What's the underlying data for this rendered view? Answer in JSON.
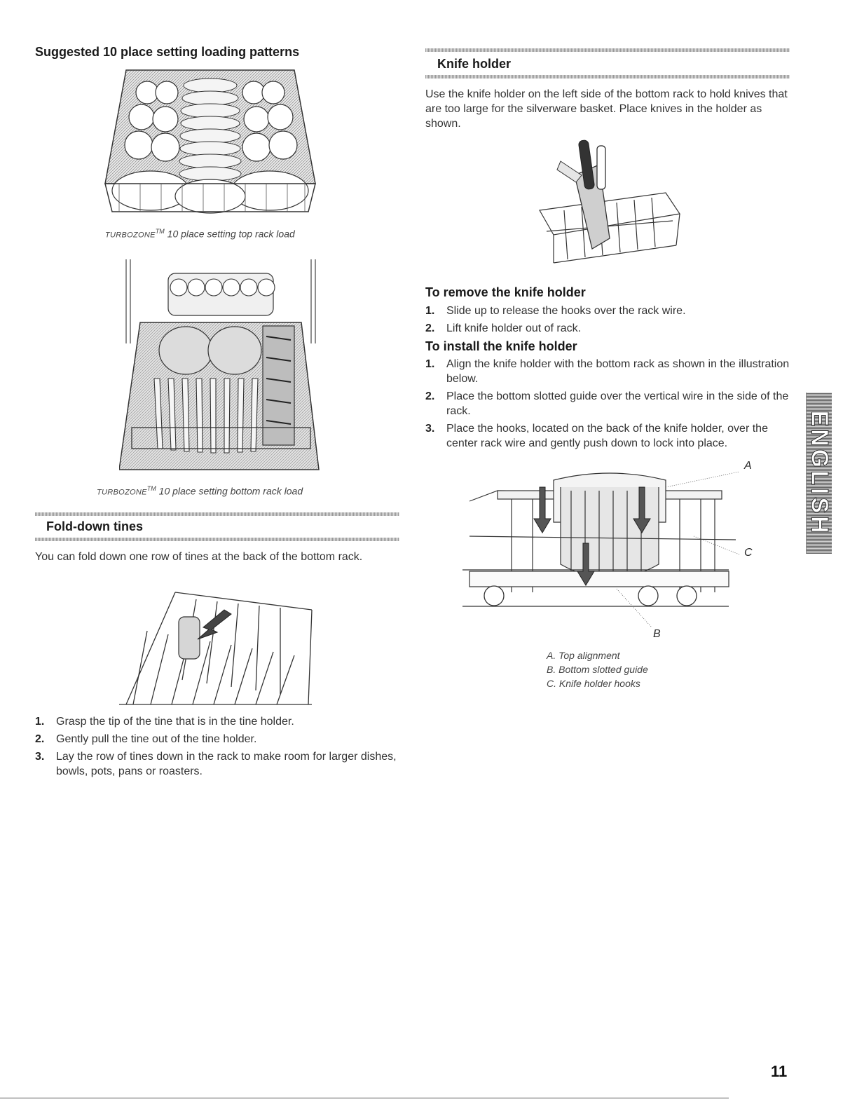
{
  "left": {
    "heading": "Suggested 10 place setting loading patterns",
    "top_caption_brand": "TURBOZONE",
    "top_caption_tm": "TM",
    "top_caption_rest": " 10 place setting top rack load",
    "bottom_caption_brand": "TURBOZONE",
    "bottom_caption_tm": "TM",
    "bottom_caption_rest": " 10 place setting bottom rack load",
    "fold_heading": "Fold-down tines",
    "fold_intro": "You can fold down one row of tines at the back of the bottom rack.",
    "fold_steps": [
      {
        "num": "1.",
        "text": "Grasp the tip of the tine that is in the tine holder."
      },
      {
        "num": "2.",
        "text": "Gently pull the tine out of the tine holder."
      },
      {
        "num": "3.",
        "text": "Lay the row of tines down in the rack to make room for larger dishes, bowls, pots, pans or roasters."
      }
    ]
  },
  "right": {
    "knife_heading": "Knife holder",
    "knife_intro": "Use the knife holder on the left side of the bottom rack to hold knives that are too large for the silverware basket. Place knives in the holder as shown.",
    "remove_heading": "To remove the knife holder",
    "remove_steps": [
      {
        "num": "1.",
        "text": "Slide up to release the hooks over the rack wire."
      },
      {
        "num": "2.",
        "text": "Lift knife holder out of rack."
      }
    ],
    "install_heading": "To install the knife holder",
    "install_steps": [
      {
        "num": "1.",
        "text": "Align the knife holder with the bottom rack as shown in the illustration below."
      },
      {
        "num": "2.",
        "text": "Place the bottom slotted guide over the vertical wire in the side of the rack."
      },
      {
        "num": "3.",
        "text": "Place the hooks, located on the back of the knife holder, over the center rack wire and gently push down to lock into place."
      }
    ],
    "callout_a": "A",
    "callout_b": "B",
    "callout_c": "C",
    "legend": [
      "A. Top alignment",
      "B. Bottom slotted guide",
      "C. Knife holder hooks"
    ]
  },
  "side_tab": "ENGLISH",
  "page_number": "11"
}
